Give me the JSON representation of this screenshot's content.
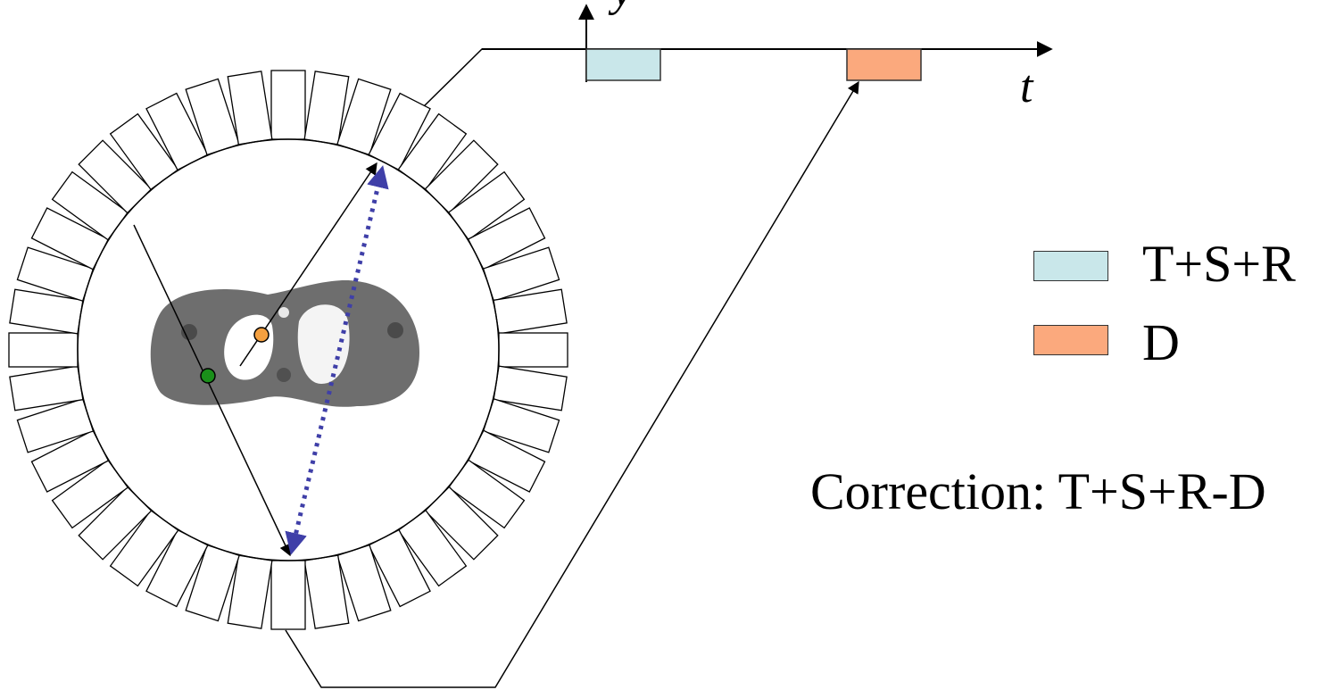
{
  "axes": {
    "t_label": "t",
    "y_label": "y"
  },
  "legend": [
    {
      "label": "T+S+R",
      "color": "#c9e7ea"
    },
    {
      "label": "D",
      "color": "#fba97d"
    }
  ],
  "correction": "Correction: T+S+R-D",
  "ring": {
    "detector_count": 40
  },
  "colors": {
    "event_dot_orange": "#f4a040",
    "event_dot_green": "#1a8f1a",
    "dotted_line": "#4a4ab0",
    "scan_blob": "#6e6e6e",
    "lung": "#ffffff"
  }
}
